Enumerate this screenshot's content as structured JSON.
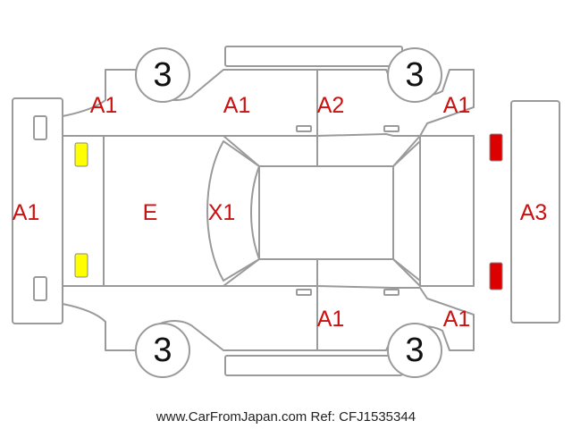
{
  "colors": {
    "outline": "#9a9a9a",
    "code_text": "#cc1111",
    "wheel_text": "#111111",
    "front_light": "#ffff00",
    "rear_light": "#dd0000"
  },
  "wheels": {
    "front_left": "3",
    "rear_left": "3",
    "front_right": "3",
    "rear_right": "3"
  },
  "codes": {
    "front_bumper": "A1",
    "front_left_fender": "A1",
    "front_left_door": "A1",
    "rear_left_door": "A2",
    "rear_left_quarter": "A1",
    "hood": "E",
    "windshield": "X1",
    "rear_bumper": "A3",
    "rear_right_door": "A1",
    "rear_right_quarter": "A1"
  },
  "footer": {
    "site": "www.CarFromJapan.com",
    "ref": "Ref: CFJ1535344"
  }
}
